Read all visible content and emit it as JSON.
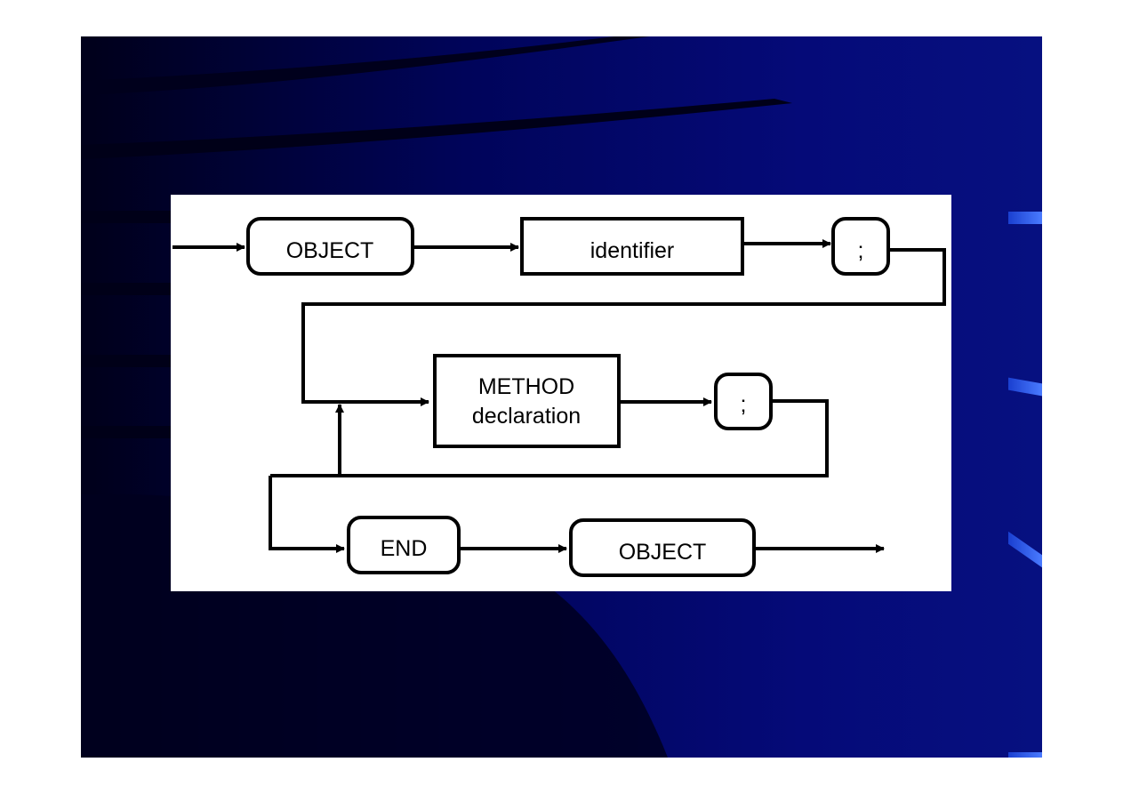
{
  "diagram": {
    "nodes": {
      "object_keyword": "OBJECT",
      "identifier": "identifier",
      "semicolon_1": ";",
      "method_line1": "METHOD",
      "method_line2": "declaration",
      "semicolon_2": ";",
      "end_keyword": "END",
      "object_keyword_end": "OBJECT"
    }
  }
}
